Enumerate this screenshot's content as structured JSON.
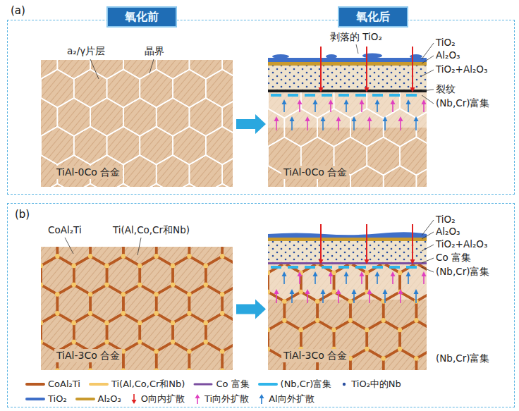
{
  "diagram": {
    "nodes": [
      {
        "text": [
          "(a)"
        ]
      },
      {
        "text": [
          "氧化前"
        ],
        "in": 0
      },
      {
        "text": [
          "氧化后"
        ],
        "in": 0
      },
      {
        "text": [
          "TiAl-0Co 合金"
        ],
        "in": 0
      },
      {
        "text": [
          "TiAl-0Co 合金"
        ],
        "in": 0
      },
      {
        "text": [
          "(b)"
        ]
      },
      {
        "text": [
          "TiAl-3Co 合金"
        ],
        "in": 5
      },
      {
        "text": [
          "TiAl-3Co 合金"
        ],
        "in": 5
      }
    ],
    "edges": [
      {
        "from": 3,
        "to": 4,
        "arrow": "to"
      },
      {
        "from": 6,
        "to": 7,
        "arrow": "to"
      }
    ],
    "labels": [
      "a₂/γ片层",
      "晶界",
      "剥落的 TiO₂",
      "TiO₂",
      "Al₂O₃",
      "TiO₂+Al₂O₃",
      "裂纹",
      "(Nb,Cr)富集",
      "CoAl₂Ti",
      "Ti(Al,Co,Cr和Nb)",
      "TiO₂",
      "Al₂O₃",
      "TiO₂+Al₂O₃",
      "Co 富集",
      "(Nb,Cr)富集",
      "(Nb,Cr)富集"
    ],
    "legend": [
      {
        "text": "CoAl₂Ti"
      },
      {
        "text": "Ti(Al,Co,Cr和Nb)"
      },
      {
        "text": "Co 富集"
      },
      {
        "text": "(Nb,Cr)富集"
      },
      {
        "text": "TiO₂中的Nb"
      },
      {
        "text": "TiO₂"
      },
      {
        "text": "Al₂O₃"
      },
      {
        "text": "O向内扩散"
      },
      {
        "text": "Ti向外扩散"
      },
      {
        "text": "Al向外扩散"
      }
    ]
  }
}
